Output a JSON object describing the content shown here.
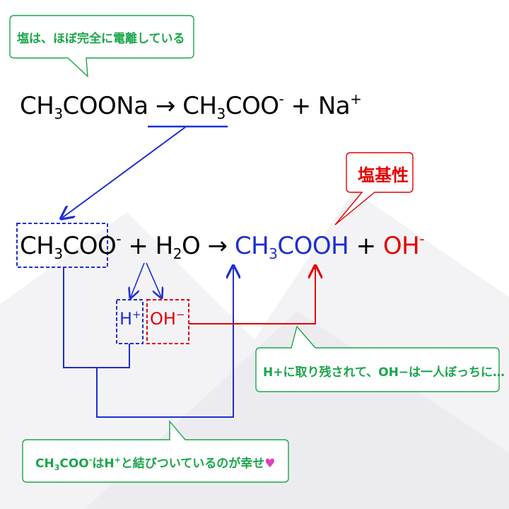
{
  "callouts": {
    "top": "塩は、ほぼ完全に電離している",
    "basic": "塩基性",
    "oh_alone": "H+に取り残されて、OH−は一人ぼっちに…",
    "happy_prefix": "CH",
    "happy_sub": "3",
    "happy_mid": "COO",
    "happy_sup1": "-",
    "happy_text1": "はH",
    "happy_sup2": "+",
    "happy_text2": "と結びついているのが幸せ",
    "heart": "♥"
  },
  "eq1": {
    "ch": "CH",
    "sub": "3",
    "coona": "COONa",
    "arrow": "→",
    "ch2": "CH",
    "sub2": "3",
    "coo": "COO",
    "minus": "-",
    "plus": "+",
    "na": "Na",
    "naplus": "+"
  },
  "eq2": {
    "ch": "CH",
    "sub": "3",
    "coo": "COO",
    "minus": "-",
    "plus1": "+",
    "h": "H",
    "sub_h": "2",
    "o": "O",
    "arrow": "→",
    "ch2": "CH",
    "sub2": "3",
    "cooh": "COOH",
    "plus2": "+",
    "oh": "OH",
    "ohminus": "-"
  },
  "ions": {
    "h": "H",
    "hplus": "+",
    "oh": "OH",
    "ohminus": "−"
  },
  "colors": {
    "blue": "#1e2fd0",
    "red": "#e60000",
    "green": "#1aa64a"
  }
}
